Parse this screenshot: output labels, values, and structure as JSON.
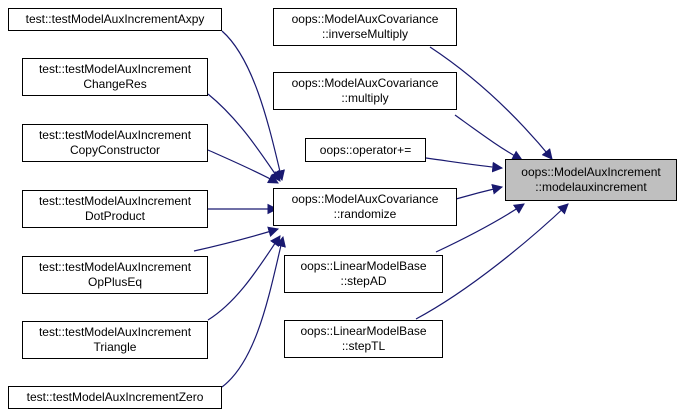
{
  "nodes": {
    "axpy": {
      "line1": "test::testModelAuxIncrementAxpy"
    },
    "changeres": {
      "line1": "test::testModelAuxIncrement",
      "line2": "ChangeRes"
    },
    "copyctor": {
      "line1": "test::testModelAuxIncrement",
      "line2": "CopyConstructor"
    },
    "dotproduct": {
      "line1": "test::testModelAuxIncrement",
      "line2": "DotProduct"
    },
    "opplus": {
      "line1": "test::testModelAuxIncrement",
      "line2": "OpPlusEq"
    },
    "triangle": {
      "line1": "test::testModelAuxIncrement",
      "line2": "Triangle"
    },
    "zero": {
      "line1": "test::testModelAuxIncrementZero"
    },
    "invmult": {
      "line1": "oops::ModelAuxCovariance",
      "line2": "::inverseMultiply"
    },
    "multiply": {
      "line1": "oops::ModelAuxCovariance",
      "line2": "::multiply"
    },
    "operator": {
      "line1": "oops::operator+="
    },
    "randomize": {
      "line1": "oops::ModelAuxCovariance",
      "line2": "::randomize"
    },
    "stepad": {
      "line1": "oops::LinearModelBase",
      "line2": "::stepAD"
    },
    "steptl": {
      "line1": "oops::LinearModelBase",
      "line2": "::stepTL"
    },
    "target": {
      "line1": "oops::ModelAuxIncrement",
      "line2": "::modelauxincrement"
    }
  },
  "colors": {
    "edge": "#191970",
    "focus_fill": "#bfbfbf"
  }
}
